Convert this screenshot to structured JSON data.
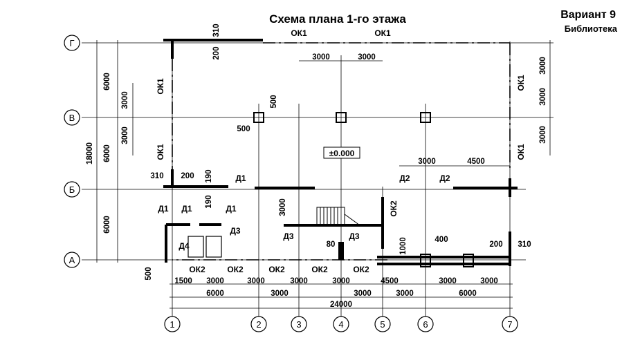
{
  "title": "Схема плана 1-го этажа",
  "variant": "Вариант 9",
  "building_type": "Библиотека",
  "axes": {
    "horizontal": [
      "1",
      "2",
      "3",
      "4",
      "5",
      "6",
      "7"
    ],
    "vertical": [
      "Г",
      "В",
      "Б",
      "А"
    ]
  },
  "level_mark": "±0.000",
  "labels": {
    "ok1": "ОК1",
    "ok2": "ОК2",
    "d1": "Д1",
    "d2": "Д2",
    "d3": "Д3",
    "d4": "Д4"
  },
  "dimensions": {
    "bottom_row1": [
      "1500",
      "3000",
      "3000",
      "3000",
      "3000",
      "4500",
      "3000",
      "3000"
    ],
    "bottom_row2": [
      "6000",
      "3000",
      "3000",
      "3000",
      "6000"
    ],
    "overall": "24000",
    "left_row1": [
      "6000",
      "6000",
      "6000"
    ],
    "left_overall": "18000",
    "left_inner": [
      "3000",
      "3000"
    ],
    "right": [
      "3000",
      "3000",
      "3000"
    ],
    "top_inner": [
      "3000",
      "3000"
    ],
    "mid_right": [
      "3000",
      "4500"
    ],
    "wall_310": "310",
    "wall_200": "200",
    "wall_190": "190",
    "col_500": "500",
    "stair_3000": "3000",
    "window_1000": "1000",
    "window_400": "400",
    "dim_80": "80",
    "offset_500": "500"
  }
}
